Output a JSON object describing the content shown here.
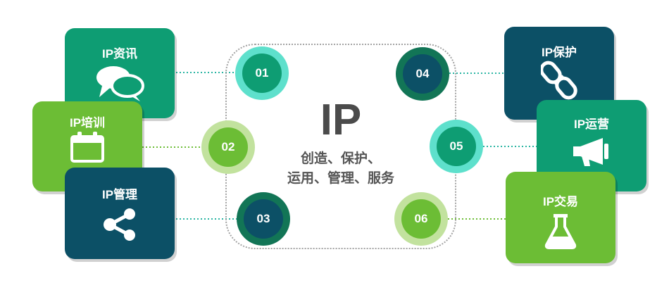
{
  "center": {
    "title": "IP",
    "subtitle_line1": "创造、保护、",
    "subtitle_line2": "运用、管理、服务"
  },
  "nodes": [
    {
      "number": "01",
      "label": "IP资讯",
      "icon": "speech-bubbles-icon"
    },
    {
      "number": "02",
      "label": "IP培训",
      "icon": "calendar-icon"
    },
    {
      "number": "03",
      "label": "IP管理",
      "icon": "share-icon"
    },
    {
      "number": "04",
      "label": "IP保护",
      "icon": "chain-link-icon"
    },
    {
      "number": "05",
      "label": "IP运营",
      "icon": "megaphone-icon"
    },
    {
      "number": "06",
      "label": "IP交易",
      "icon": "flask-icon"
    }
  ],
  "colors": {
    "teal": "#0e9d73",
    "lime": "#6cbd35",
    "navy": "#0c5066",
    "mint_ring": "#5ee0cc",
    "pale_green_ring": "#c2e29e",
    "dark_green_ring": "#127556",
    "frame": "#a3a3a3",
    "center_text": "#4b4b4b"
  }
}
